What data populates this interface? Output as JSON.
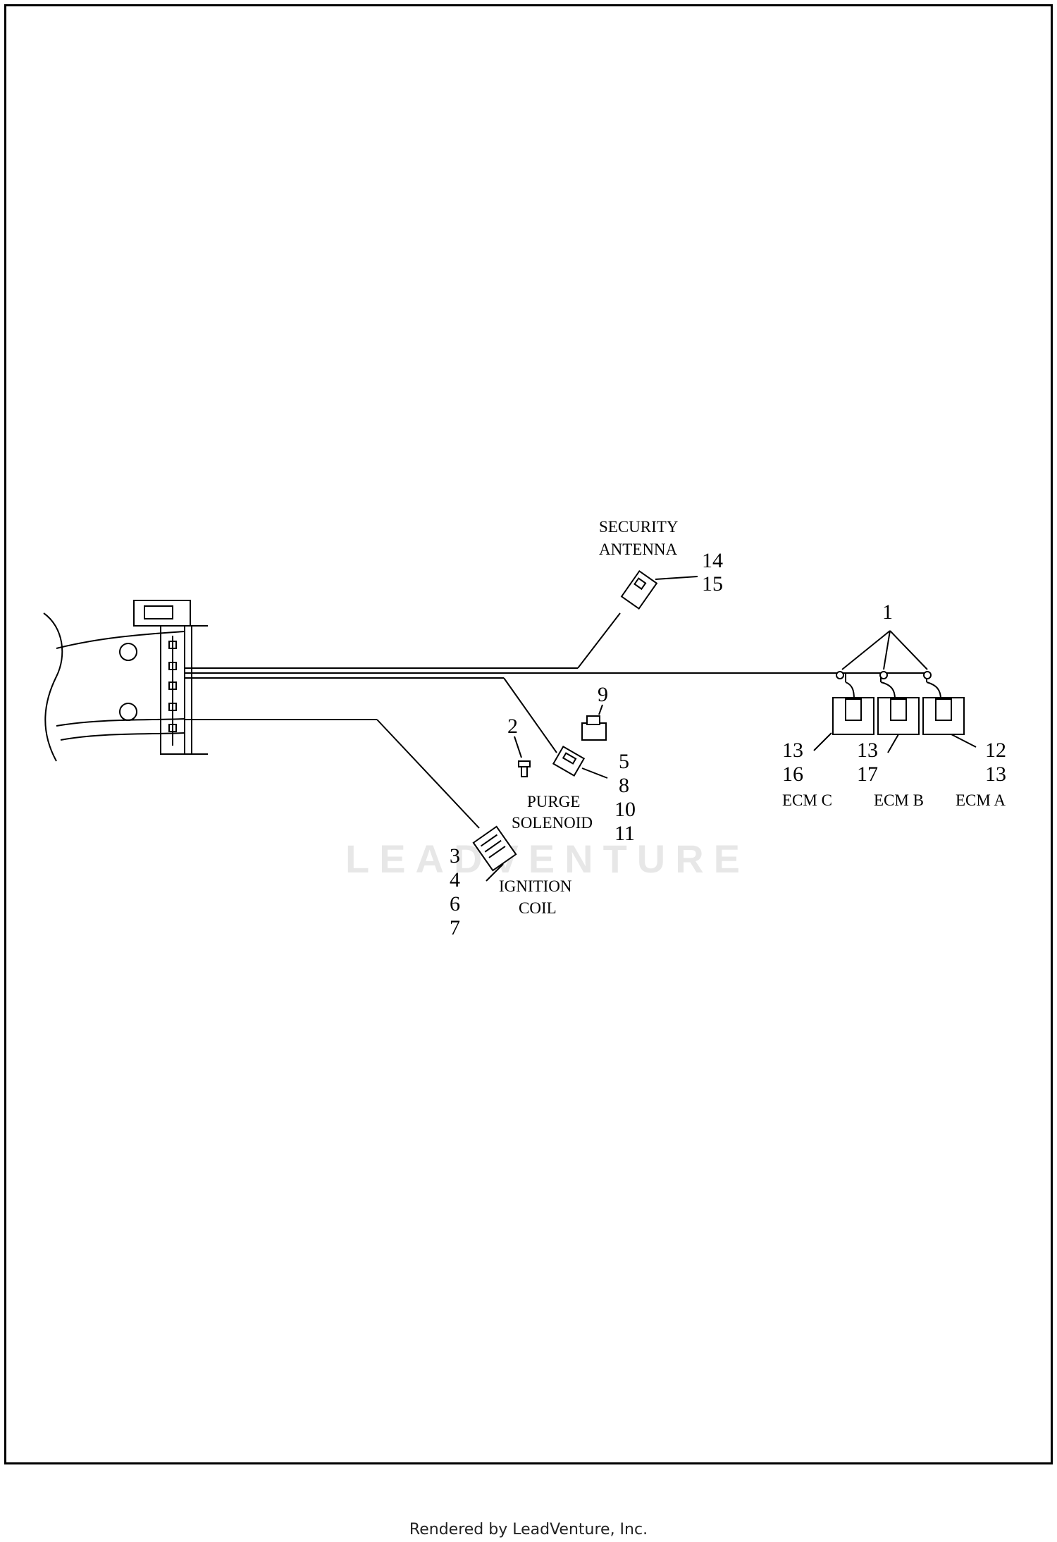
{
  "labels": {
    "security_antenna_1": "SECURITY",
    "security_antenna_2": "ANTENNA",
    "purge_solenoid_1": "PURGE",
    "purge_solenoid_2": "SOLENOID",
    "ignition_coil_1": "IGNITION",
    "ignition_coil_2": "COIL",
    "ecm_c": "ECM C",
    "ecm_b": "ECM B",
    "ecm_a": "ECM A"
  },
  "callouts": {
    "antenna": [
      "14",
      "15"
    ],
    "top_ecm": "1",
    "item9": "9",
    "item2": "2",
    "purge": [
      "5",
      "8",
      "10",
      "11"
    ],
    "ignition": [
      "3",
      "4",
      "6",
      "7"
    ],
    "ecm_c": [
      "13",
      "16"
    ],
    "ecm_b": [
      "13",
      "17"
    ],
    "ecm_a": [
      "12",
      "13"
    ]
  },
  "watermark": "LEADVENTURE",
  "footer": "Rendered by LeadVenture, Inc."
}
